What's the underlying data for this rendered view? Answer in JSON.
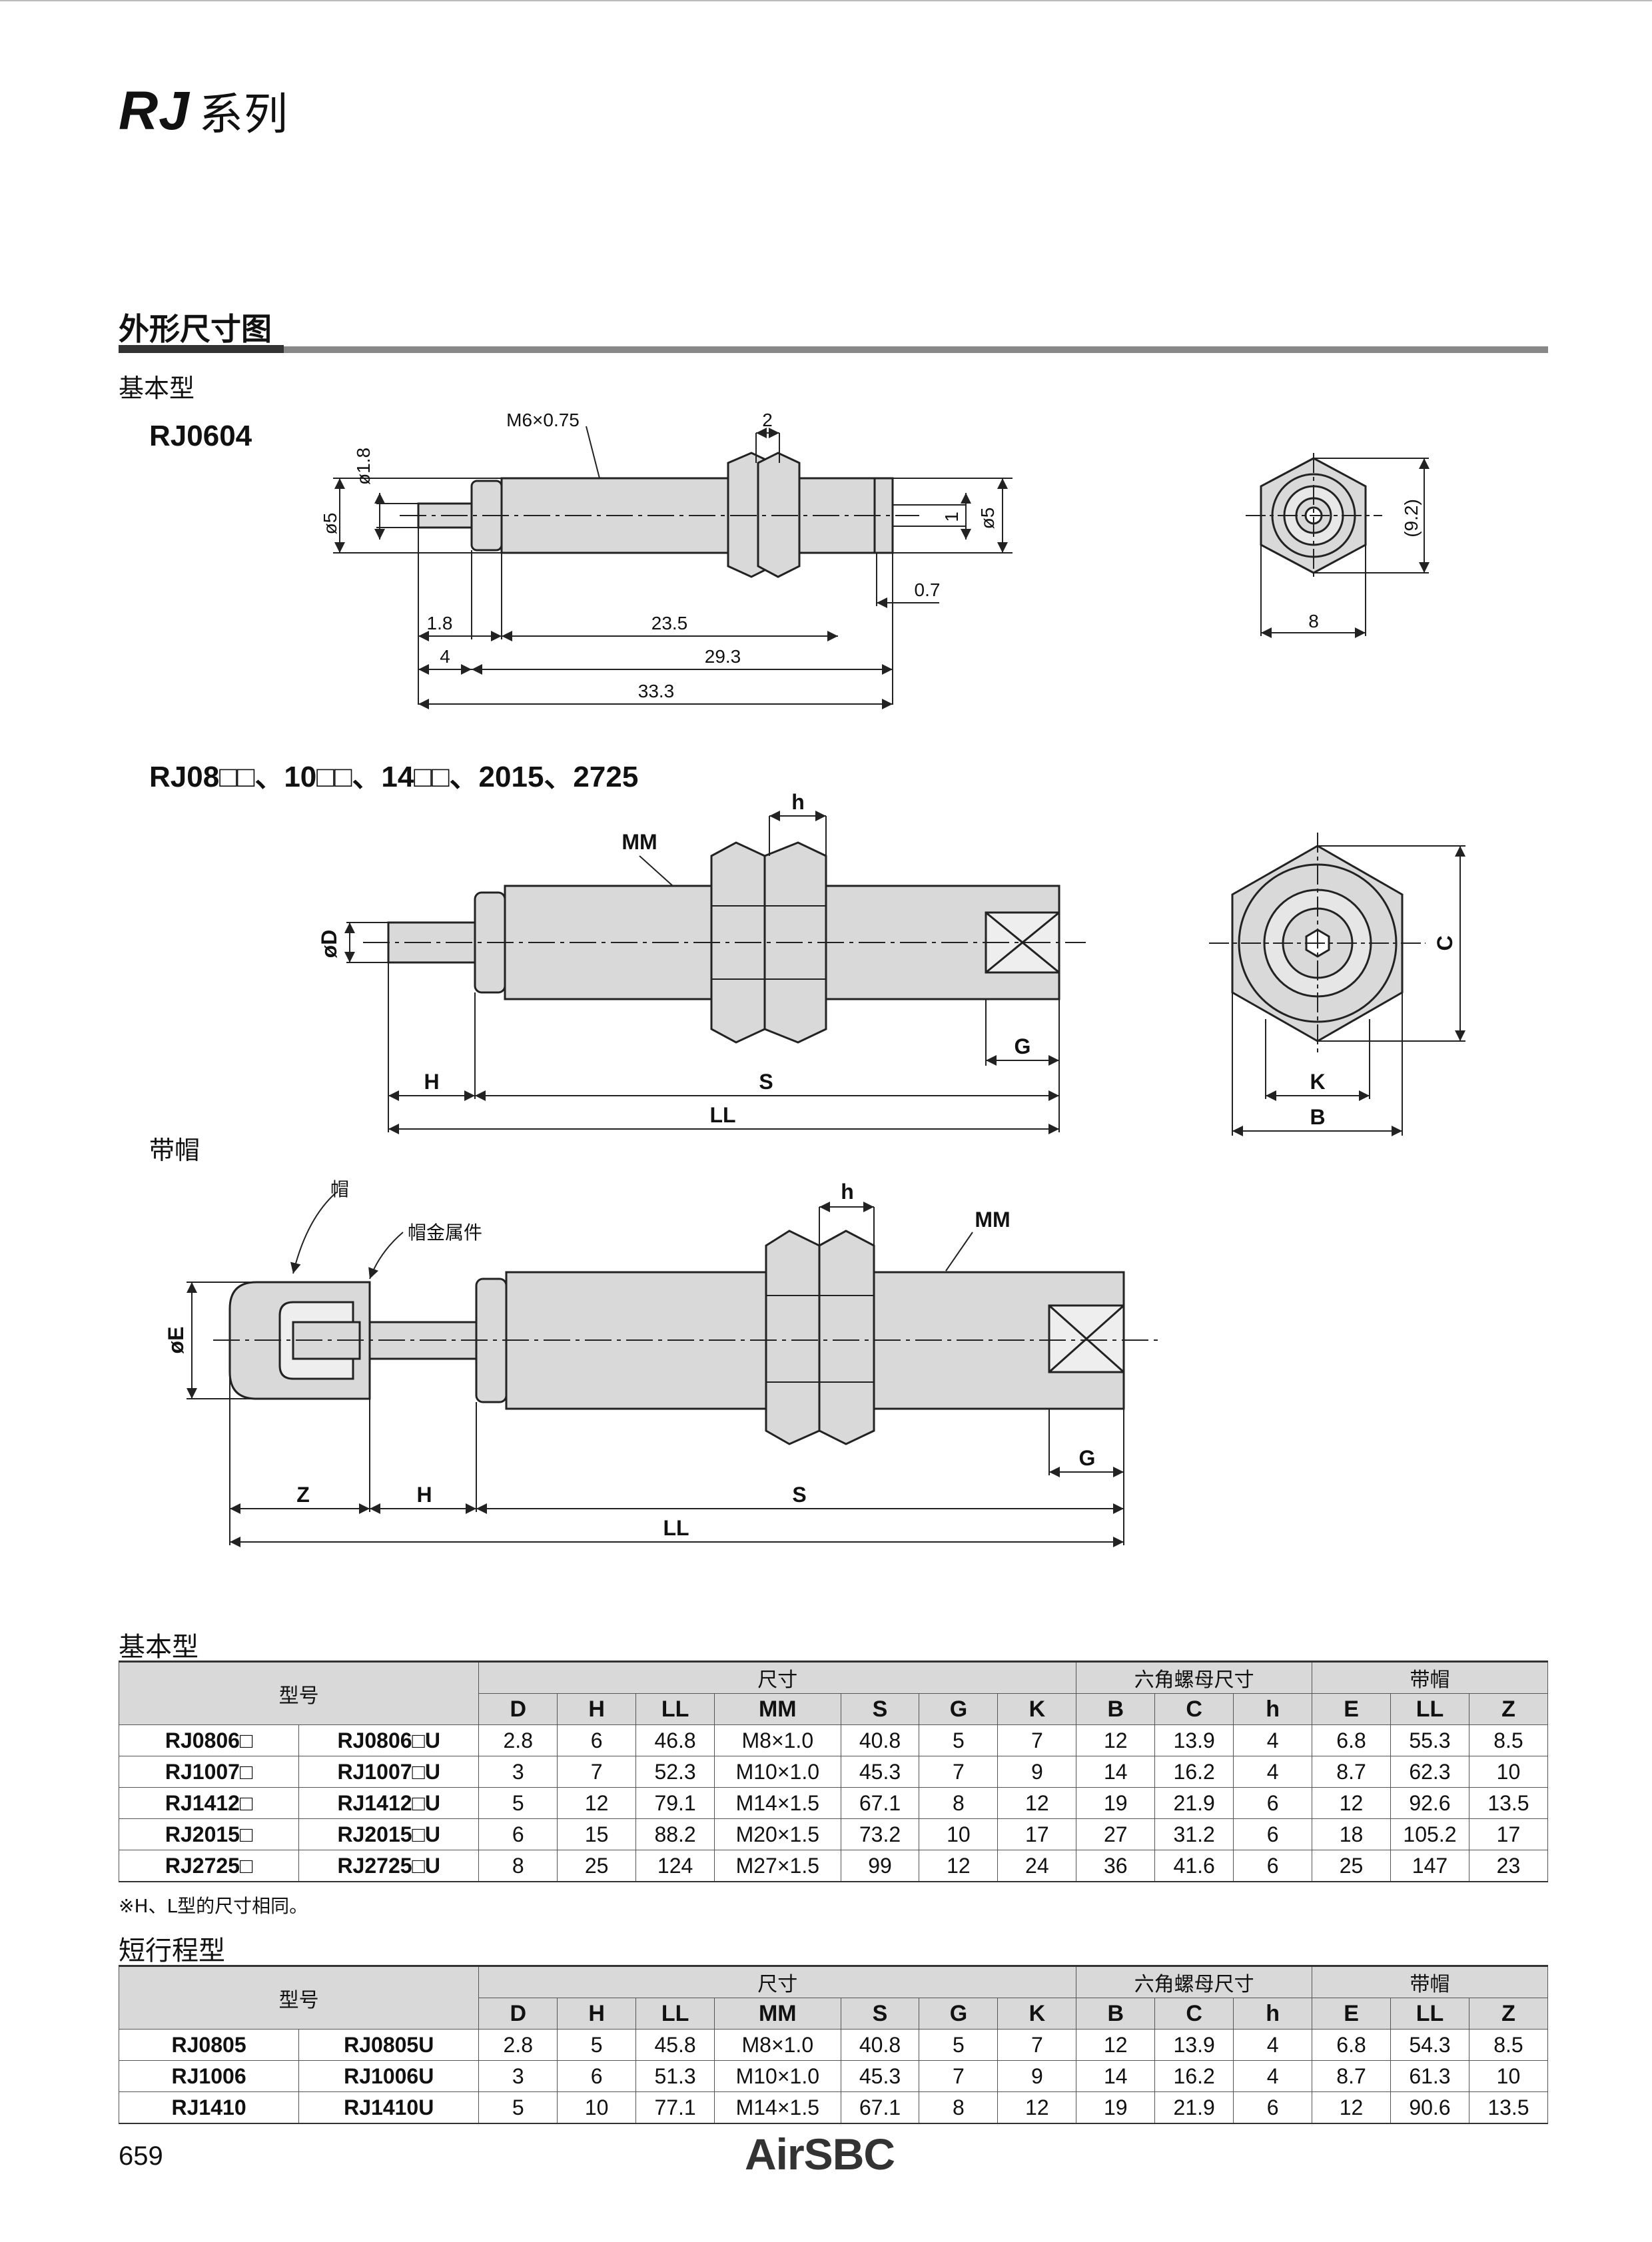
{
  "header": {
    "series_en": "RJ",
    "series_cn": "系列"
  },
  "section": {
    "title": "外形尺寸图"
  },
  "labels": {
    "basic_type": "基本型",
    "rj0604": "RJ0604",
    "rj08_group": "RJ08□□、10□□、14□□、2015、2725",
    "cap_type": "带帽",
    "cap": "帽",
    "cap_fitting": "帽金属件"
  },
  "drawing1": {
    "thread": "M6×0.75",
    "d18": "ø1.8",
    "d5_left": "ø5",
    "d5_right": "ø5",
    "two": "2",
    "one": "1",
    "d07": "0.7",
    "d18b": "1.8",
    "d235": "23.5",
    "d4": "4",
    "d293": "29.3",
    "d333": "33.3",
    "d92": "(9.2)",
    "d8": "8"
  },
  "drawing2": {
    "MM": "MM",
    "h": "h",
    "oD": "øD",
    "G": "G",
    "H": "H",
    "S": "S",
    "LL": "LL",
    "C": "C",
    "K": "K",
    "B": "B"
  },
  "drawing3": {
    "MM": "MM",
    "h": "h",
    "oE": "øE",
    "G": "G",
    "Z": "Z",
    "H": "H",
    "S": "S",
    "LL": "LL"
  },
  "table_basic": {
    "title": "基本型",
    "group_model": "型号",
    "group_size": "尺寸",
    "group_nut": "六角螺母尺寸",
    "group_cap": "带帽",
    "cols": [
      "D",
      "H",
      "LL",
      "MM",
      "S",
      "G",
      "K",
      "B",
      "C",
      "h",
      "E",
      "LL",
      "Z"
    ],
    "rows": [
      [
        "RJ0806□",
        "RJ0806□U",
        "2.8",
        "6",
        "46.8",
        "M8×1.0",
        "40.8",
        "5",
        "7",
        "12",
        "13.9",
        "4",
        "6.8",
        "55.3",
        "8.5"
      ],
      [
        "RJ1007□",
        "RJ1007□U",
        "3",
        "7",
        "52.3",
        "M10×1.0",
        "45.3",
        "7",
        "9",
        "14",
        "16.2",
        "4",
        "8.7",
        "62.3",
        "10"
      ],
      [
        "RJ1412□",
        "RJ1412□U",
        "5",
        "12",
        "79.1",
        "M14×1.5",
        "67.1",
        "8",
        "12",
        "19",
        "21.9",
        "6",
        "12",
        "92.6",
        "13.5"
      ],
      [
        "RJ2015□",
        "RJ2015□U",
        "6",
        "15",
        "88.2",
        "M20×1.5",
        "73.2",
        "10",
        "17",
        "27",
        "31.2",
        "6",
        "18",
        "105.2",
        "17"
      ],
      [
        "RJ2725□",
        "RJ2725□U",
        "8",
        "25",
        "124",
        "M27×1.5",
        "99",
        "12",
        "24",
        "36",
        "41.6",
        "6",
        "25",
        "147",
        "23"
      ]
    ],
    "note": "※H、L型的尺寸相同。"
  },
  "table_short": {
    "title": "短行程型",
    "group_model": "型号",
    "group_size": "尺寸",
    "group_nut": "六角螺母尺寸",
    "group_cap": "带帽",
    "cols": [
      "D",
      "H",
      "LL",
      "MM",
      "S",
      "G",
      "K",
      "B",
      "C",
      "h",
      "E",
      "LL",
      "Z"
    ],
    "rows": [
      [
        "RJ0805",
        "RJ0805U",
        "2.8",
        "5",
        "45.8",
        "M8×1.0",
        "40.8",
        "5",
        "7",
        "12",
        "13.9",
        "4",
        "6.8",
        "54.3",
        "8.5"
      ],
      [
        "RJ1006",
        "RJ1006U",
        "3",
        "6",
        "51.3",
        "M10×1.0",
        "45.3",
        "7",
        "9",
        "14",
        "16.2",
        "4",
        "8.7",
        "61.3",
        "10"
      ],
      [
        "RJ1410",
        "RJ1410U",
        "5",
        "10",
        "77.1",
        "M14×1.5",
        "67.1",
        "8",
        "12",
        "19",
        "21.9",
        "6",
        "12",
        "90.6",
        "13.5"
      ]
    ]
  },
  "footer": {
    "page": "659",
    "logo": "AirSBC"
  }
}
